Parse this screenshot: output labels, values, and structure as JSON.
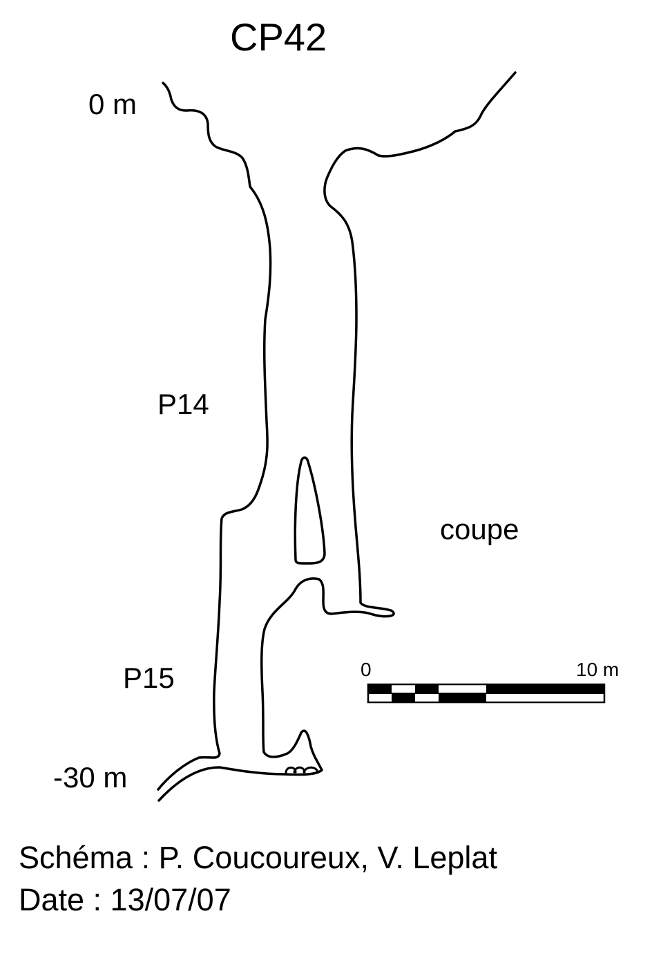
{
  "title": "CP42",
  "depth_top": "0 m",
  "depth_bottom": "-30 m",
  "pitches": [
    "P14",
    "P15"
  ],
  "view_type": "coupe",
  "scale_bar": {
    "start_label": "0",
    "end_label": "10 m"
  },
  "credits": "Schéma : P. Coucoureux, V. Leplat",
  "date_line": "Date : 13/07/07"
}
